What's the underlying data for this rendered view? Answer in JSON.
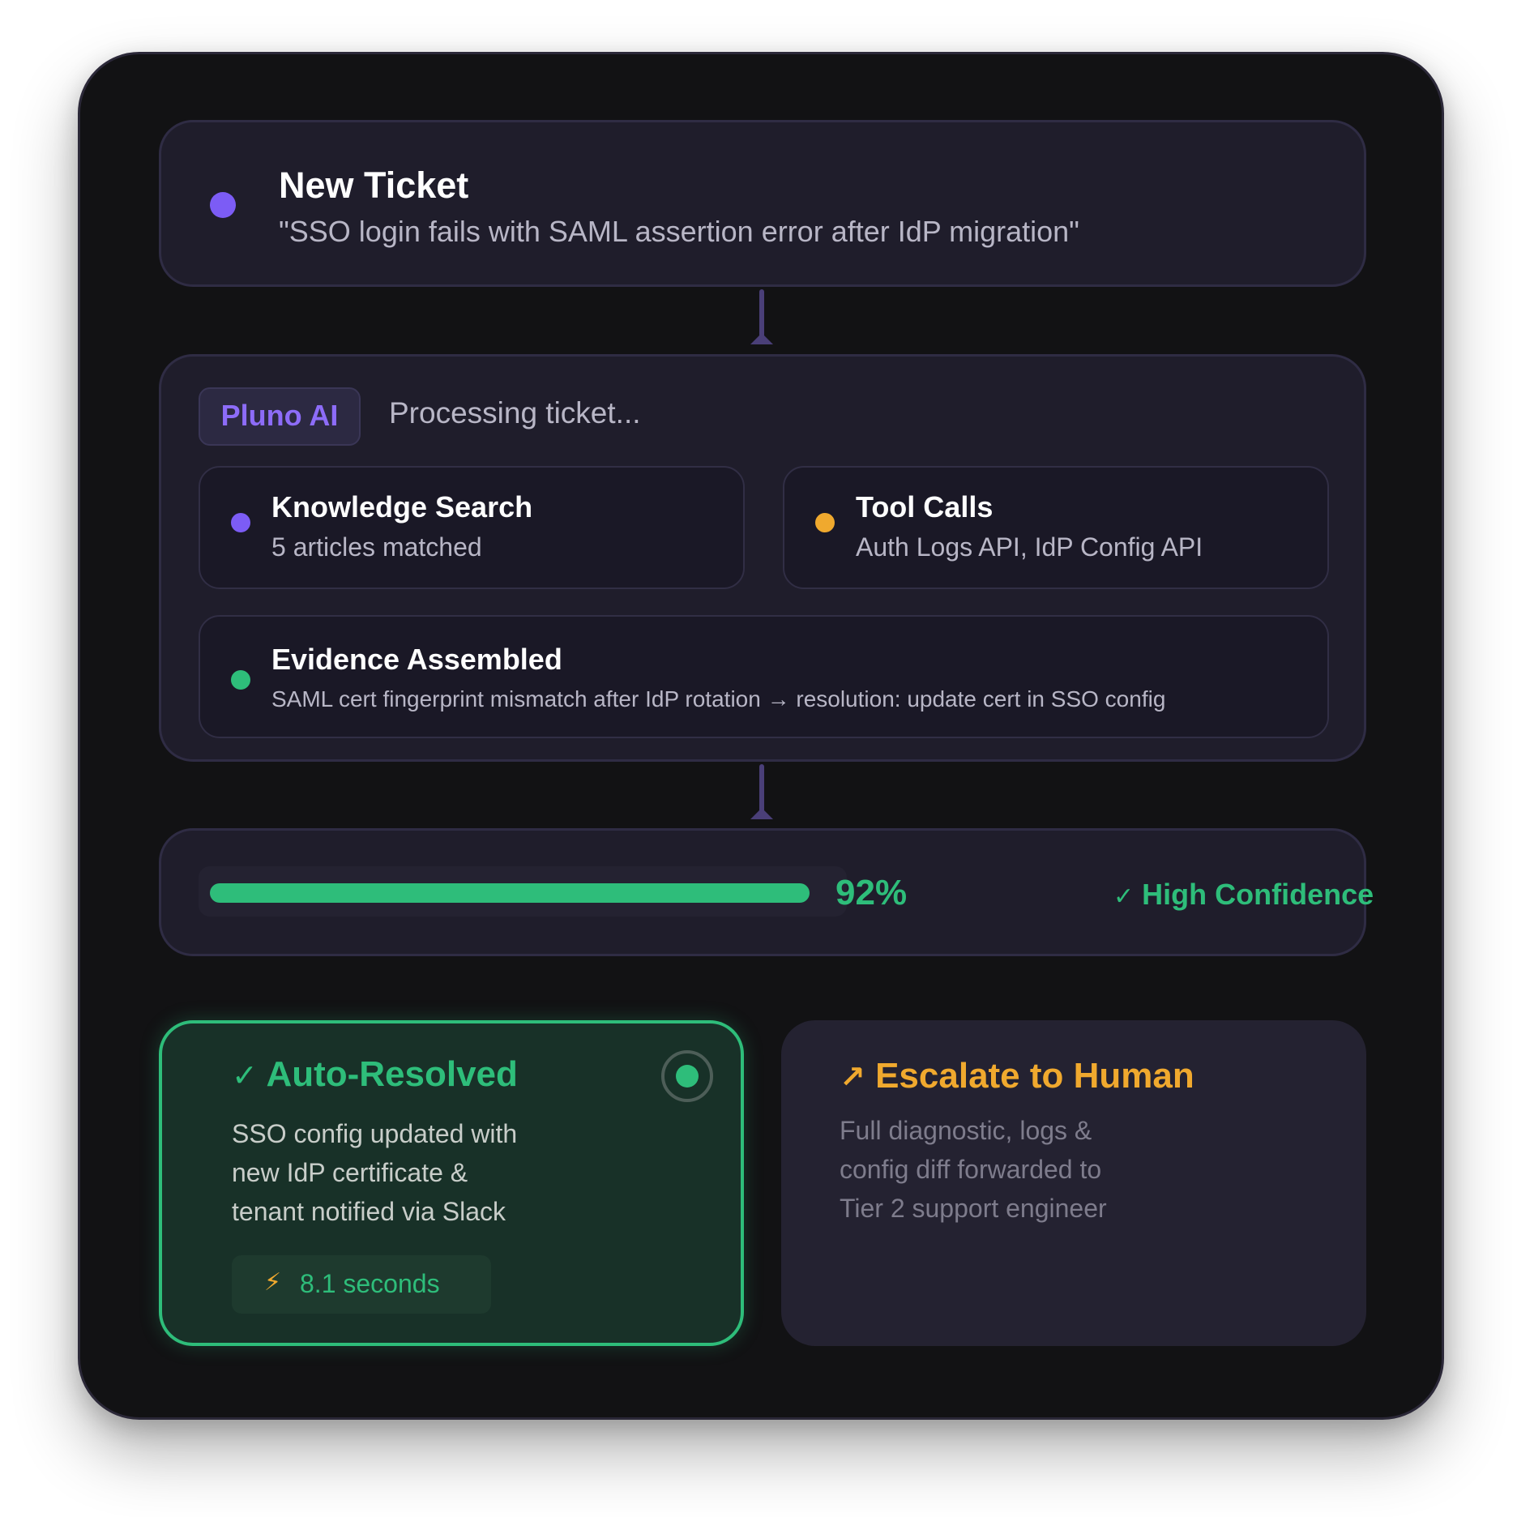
{
  "ticket": {
    "title": "New Ticket",
    "subject": "\"SSO login fails with SAML assertion error after IdP migration\""
  },
  "ai": {
    "badge": "Pluno AI",
    "status": "Processing ticket...",
    "steps": [
      {
        "title": "Knowledge Search",
        "detail": "5 articles matched",
        "color": "#7c5cf5"
      },
      {
        "title": "Tool Calls",
        "detail": "Auth Logs API, IdP Config API",
        "color": "#f0a92e"
      },
      {
        "title": "Evidence Assembled",
        "detail": "SAML cert fingerprint mismatch after IdP rotation → resolution: update cert in SSO config",
        "color": "#2ebd7a"
      }
    ]
  },
  "confidence": {
    "value": 0.92,
    "percent_label": "92%",
    "check_glyph": "✓",
    "label": "High Confidence"
  },
  "outcomes": {
    "resolved": {
      "check_glyph": "✓",
      "title": "Auto-Resolved",
      "description": [
        "SSO config updated with",
        "new IdP certificate &",
        "tenant notified via Slack"
      ],
      "time_icon": "⚡",
      "time": "8.1 seconds",
      "selected": true
    },
    "escalate": {
      "arrow_glyph": "↗",
      "title": "Escalate to Human",
      "description": [
        "Full diagnostic, logs &",
        "config diff forwarded to",
        "Tier 2 support engineer"
      ]
    }
  },
  "colors": {
    "purple": "#7c5cf5",
    "green": "#2ebd7a",
    "amber": "#f0a92e"
  }
}
